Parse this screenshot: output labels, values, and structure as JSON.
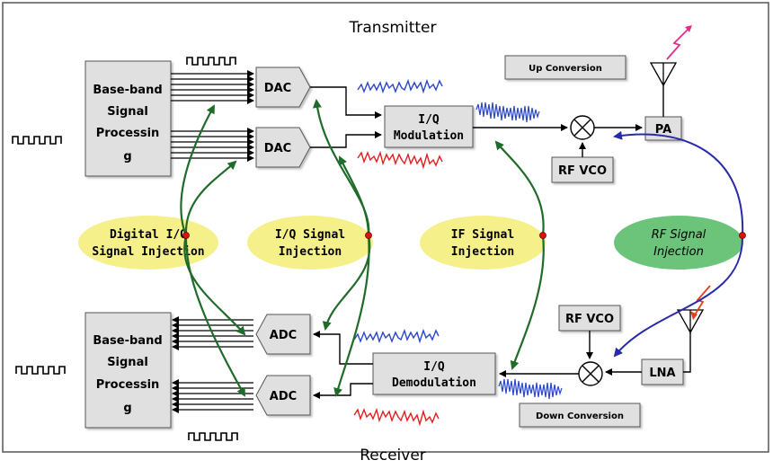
{
  "titles": {
    "transmitter": "Transmitter",
    "receiver": "Receiver"
  },
  "blocks": {
    "bb_tx": [
      "Base-band",
      "Signal",
      "Processin",
      "g"
    ],
    "bb_rx": [
      "Base-band",
      "Signal",
      "Processin",
      "g"
    ],
    "dac": "DAC",
    "adc": "ADC",
    "iq_mod": [
      "I/Q",
      "Modulation"
    ],
    "iq_demod": [
      "I/Q",
      "Demodulation"
    ],
    "up_conversion": "Up Conversion",
    "down_conversion": "Down Conversion",
    "rf_vco": "RF VCO",
    "pa": "PA",
    "lna": "LNA"
  },
  "injections": {
    "digital": [
      "Digital I/Q",
      "Signal Injection"
    ],
    "iq": [
      "I/Q Signal",
      "Injection"
    ],
    "if": [
      "IF Signal",
      "Injection"
    ],
    "rf": [
      "RF Signal",
      "Injection"
    ]
  },
  "colors": {
    "block_fill": "#e0e0e0",
    "block_stroke": "#555555",
    "ellipse_yellow": "#f5f08a",
    "ellipse_green": "#6cc47a",
    "green_arrow": "#1f6b2a",
    "blue_arrow": "#2a2aa8",
    "wave_blue": "#2b47c8",
    "wave_red": "#e02020",
    "dot_red": "#e01010",
    "antenna_magenta": "#e0308a"
  }
}
